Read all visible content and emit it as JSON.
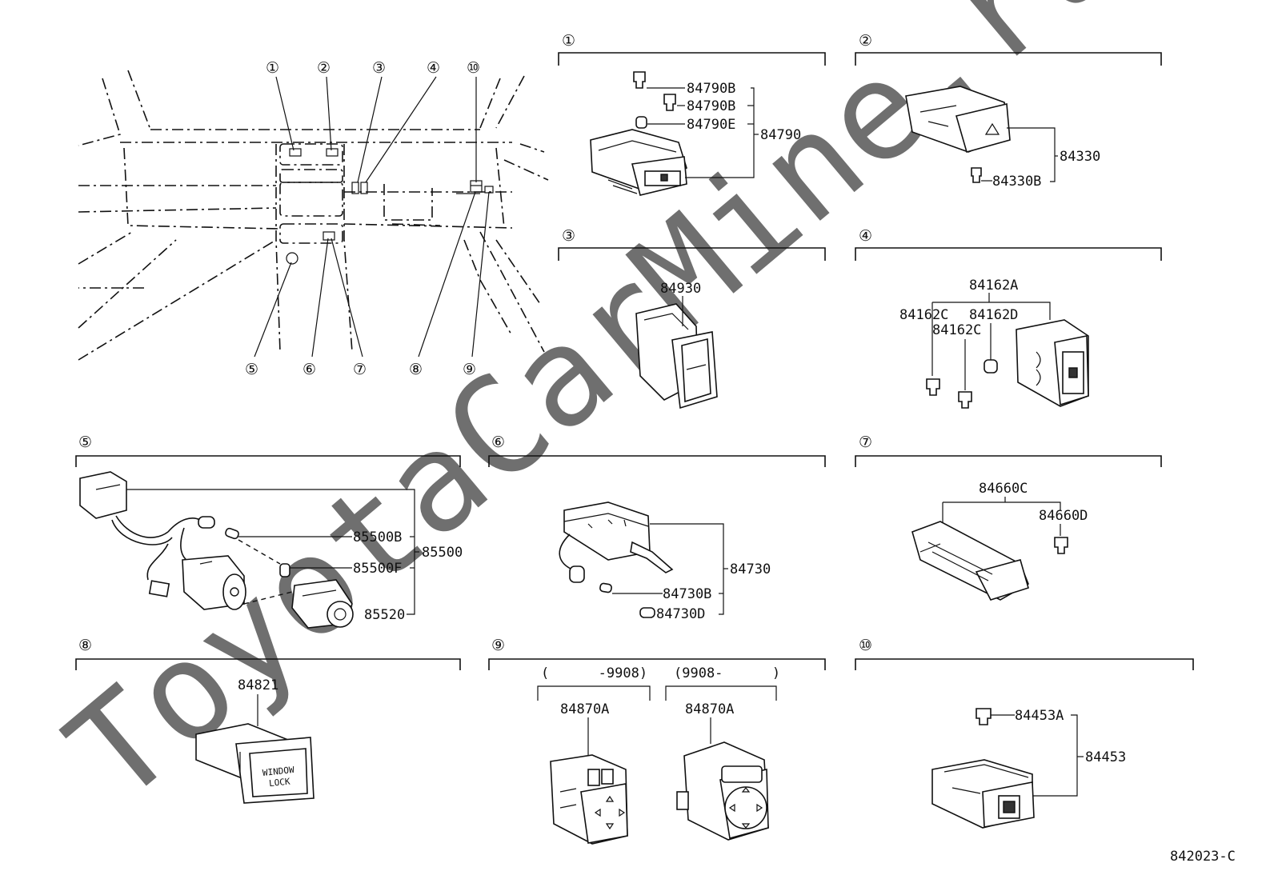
{
  "watermark": "ToyotaCarMine.ru",
  "drawing_number": "842023-C",
  "overview_markers": [
    "①",
    "②",
    "③",
    "④",
    "⑩",
    "⑤",
    "⑥",
    "⑦",
    "⑧",
    "⑨"
  ],
  "panels": {
    "p1": {
      "marker": "①",
      "parts": [
        "84790B",
        "84790B",
        "84790E",
        "84790"
      ]
    },
    "p2": {
      "marker": "②",
      "parts": [
        "84330",
        "84330B"
      ]
    },
    "p3": {
      "marker": "③",
      "parts": [
        "84930"
      ]
    },
    "p4": {
      "marker": "④",
      "parts": [
        "84162A",
        "84162C",
        "84162D",
        "84162C"
      ]
    },
    "p5": {
      "marker": "⑤",
      "parts": [
        "85500B",
        "85500F",
        "85500",
        "85520"
      ]
    },
    "p6": {
      "marker": "⑥",
      "parts": [
        "84730",
        "84730B",
        "84730D"
      ]
    },
    "p7": {
      "marker": "⑦",
      "parts": [
        "84660C",
        "84660D"
      ]
    },
    "p8": {
      "marker": "⑧",
      "parts": [
        "84821"
      ],
      "switch_text": [
        "WINDOW",
        "LOCK"
      ]
    },
    "p9": {
      "marker": "⑨",
      "ranges": [
        "(      -9908)",
        "(9908-      )"
      ],
      "parts": [
        "84870A",
        "84870A"
      ]
    },
    "p10": {
      "marker": "⑩",
      "parts": [
        "84453A",
        "84453"
      ]
    }
  }
}
